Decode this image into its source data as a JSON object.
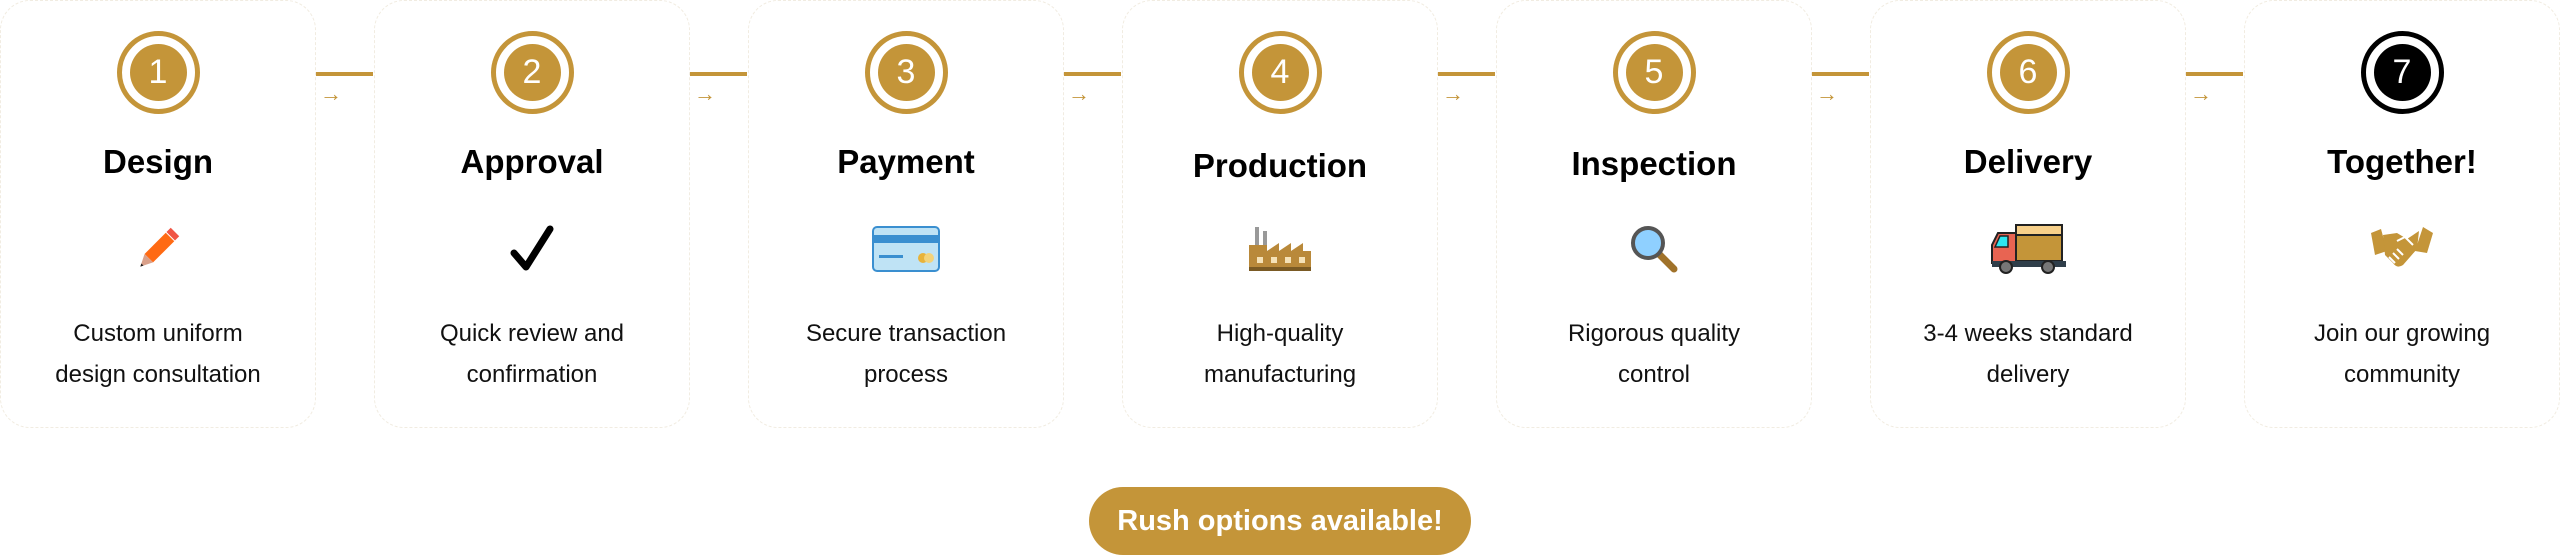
{
  "accent_color": "#C49539",
  "steps": [
    {
      "number": "1",
      "title": "Design",
      "icon": "pencil-icon",
      "line1": "Custom uniform",
      "line2": "design consultation"
    },
    {
      "number": "2",
      "title": "Approval",
      "icon": "checkmark-icon",
      "line1": "Quick review and",
      "line2": "confirmation"
    },
    {
      "number": "3",
      "title": "Payment",
      "icon": "credit-card-icon",
      "line1": "Secure transaction",
      "line2": "process"
    },
    {
      "number": "4",
      "title": "Production",
      "icon": "factory-icon",
      "line1": "High-quality",
      "line2": "manufacturing"
    },
    {
      "number": "5",
      "title": "Inspection",
      "icon": "magnifier-icon",
      "line1": "Rigorous quality",
      "line2": "control"
    },
    {
      "number": "6",
      "title": "Delivery",
      "icon": "truck-icon",
      "line1": "3-4 weeks standard",
      "line2": "delivery"
    },
    {
      "number": "7",
      "title": "Together!",
      "icon": "handshake-icon",
      "line1": "Join our growing",
      "line2": "community"
    }
  ],
  "connector_arrow": "→",
  "rush_button": "Rush options available!"
}
